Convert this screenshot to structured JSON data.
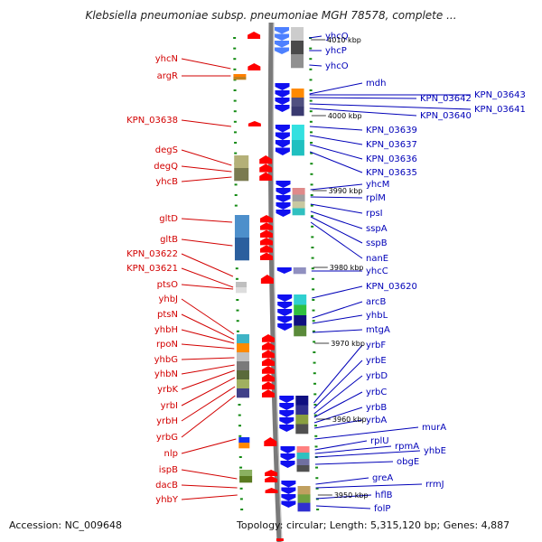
{
  "title": "Klebsiella pneumoniae subsp. pneumoniae MGH 78578, complete ...",
  "footer": {
    "accession": "Accession: NC_009648",
    "topology": "Topology: circular; Length: 5,315,120 bp; Genes: 4,887"
  },
  "colors": {
    "left_label": "#d20000",
    "right_label": "#0000b8",
    "backbone": "#7a7a7a",
    "tick": "#138a13",
    "forward_gene": "#ff0000",
    "reverse_gene": "#1010f0"
  },
  "kbp_marks": [
    "4010 kbp",
    "4000 kbp",
    "3990 kbp",
    "3980 kbp",
    "3970 kbp",
    "3960 kbp",
    "3950 kbp"
  ],
  "left_labels": [
    "yhcN",
    "argR",
    "KPN_03638",
    "degS",
    "degQ",
    "yhcB",
    "gltD",
    "gltB",
    "KPN_03622",
    "KPN_03621",
    "ptsO",
    "yhbJ",
    "ptsN",
    "yhbH",
    "rpoN",
    "yhbG",
    "yhbN",
    "yrbK",
    "yrbI",
    "yrbH",
    "yrbG",
    "nlp",
    "ispB",
    "dacB",
    "yhbY"
  ],
  "right_labels": [
    "yhcQ",
    "yhcP",
    "yhcO",
    "mdh",
    "KPN_03642",
    "KPN_03643",
    "KPN_03641",
    "KPN_03640",
    "KPN_03639",
    "KPN_03637",
    "KPN_03636",
    "KPN_03635",
    "yhcM",
    "rplM",
    "rpsI",
    "sspA",
    "sspB",
    "nanE",
    "yhcC",
    "KPN_03620",
    "arcB",
    "yhbL",
    "mtgA",
    "yrbF",
    "yrbE",
    "yrbD",
    "yrbC",
    "yrbB",
    "yrbA",
    "murA",
    "rplU",
    "rpmA",
    "yhbE",
    "obgE",
    "greA",
    "rrmJ",
    "hflB",
    "folP"
  ]
}
